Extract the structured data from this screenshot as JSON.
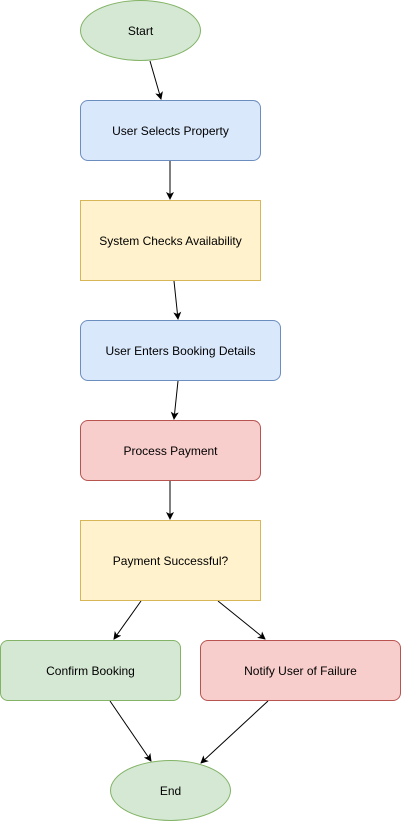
{
  "diagram": {
    "nodes": {
      "start": "Start",
      "select_property": "User Selects Property",
      "check_availability": "System Checks Availability",
      "enter_details": "User Enters Booking Details",
      "process_payment": "Process Payment",
      "payment_successful": "Payment Successful?",
      "confirm_booking": "Confirm Booking",
      "notify_failure": "Notify User of Failure",
      "end": "End"
    },
    "edges": [
      [
        "start",
        "select_property"
      ],
      [
        "select_property",
        "check_availability"
      ],
      [
        "check_availability",
        "enter_details"
      ],
      [
        "enter_details",
        "process_payment"
      ],
      [
        "process_payment",
        "payment_successful"
      ],
      [
        "payment_successful",
        "confirm_booking"
      ],
      [
        "payment_successful",
        "notify_failure"
      ],
      [
        "confirm_booking",
        "end"
      ],
      [
        "notify_failure",
        "end"
      ]
    ],
    "colors": {
      "start_end": "#d5e8d4",
      "user_action": "#dae8fc",
      "system_decision": "#fff2cc",
      "payment_failure": "#f8cecc",
      "edge": "#000000"
    }
  }
}
